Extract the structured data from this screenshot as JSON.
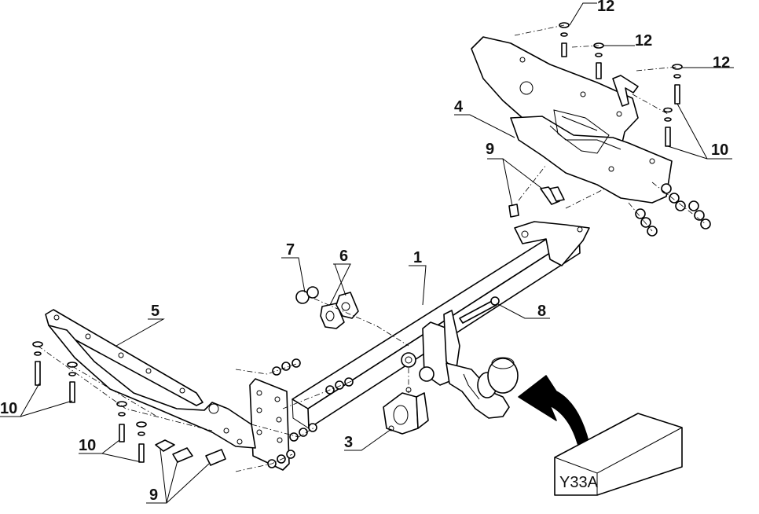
{
  "diagram": {
    "labels": {
      "l1": "1",
      "l3": "3",
      "l4": "4",
      "l5": "5",
      "l6": "6",
      "l7": "7",
      "l8": "8",
      "l9_top": "9",
      "l9_bottom": "9",
      "l10_left": "10",
      "l10_mid": "10",
      "l10_right": "10",
      "l12_a": "12",
      "l12_b": "12",
      "l12_c": "12"
    },
    "model_box": {
      "code": "Y33A"
    }
  }
}
